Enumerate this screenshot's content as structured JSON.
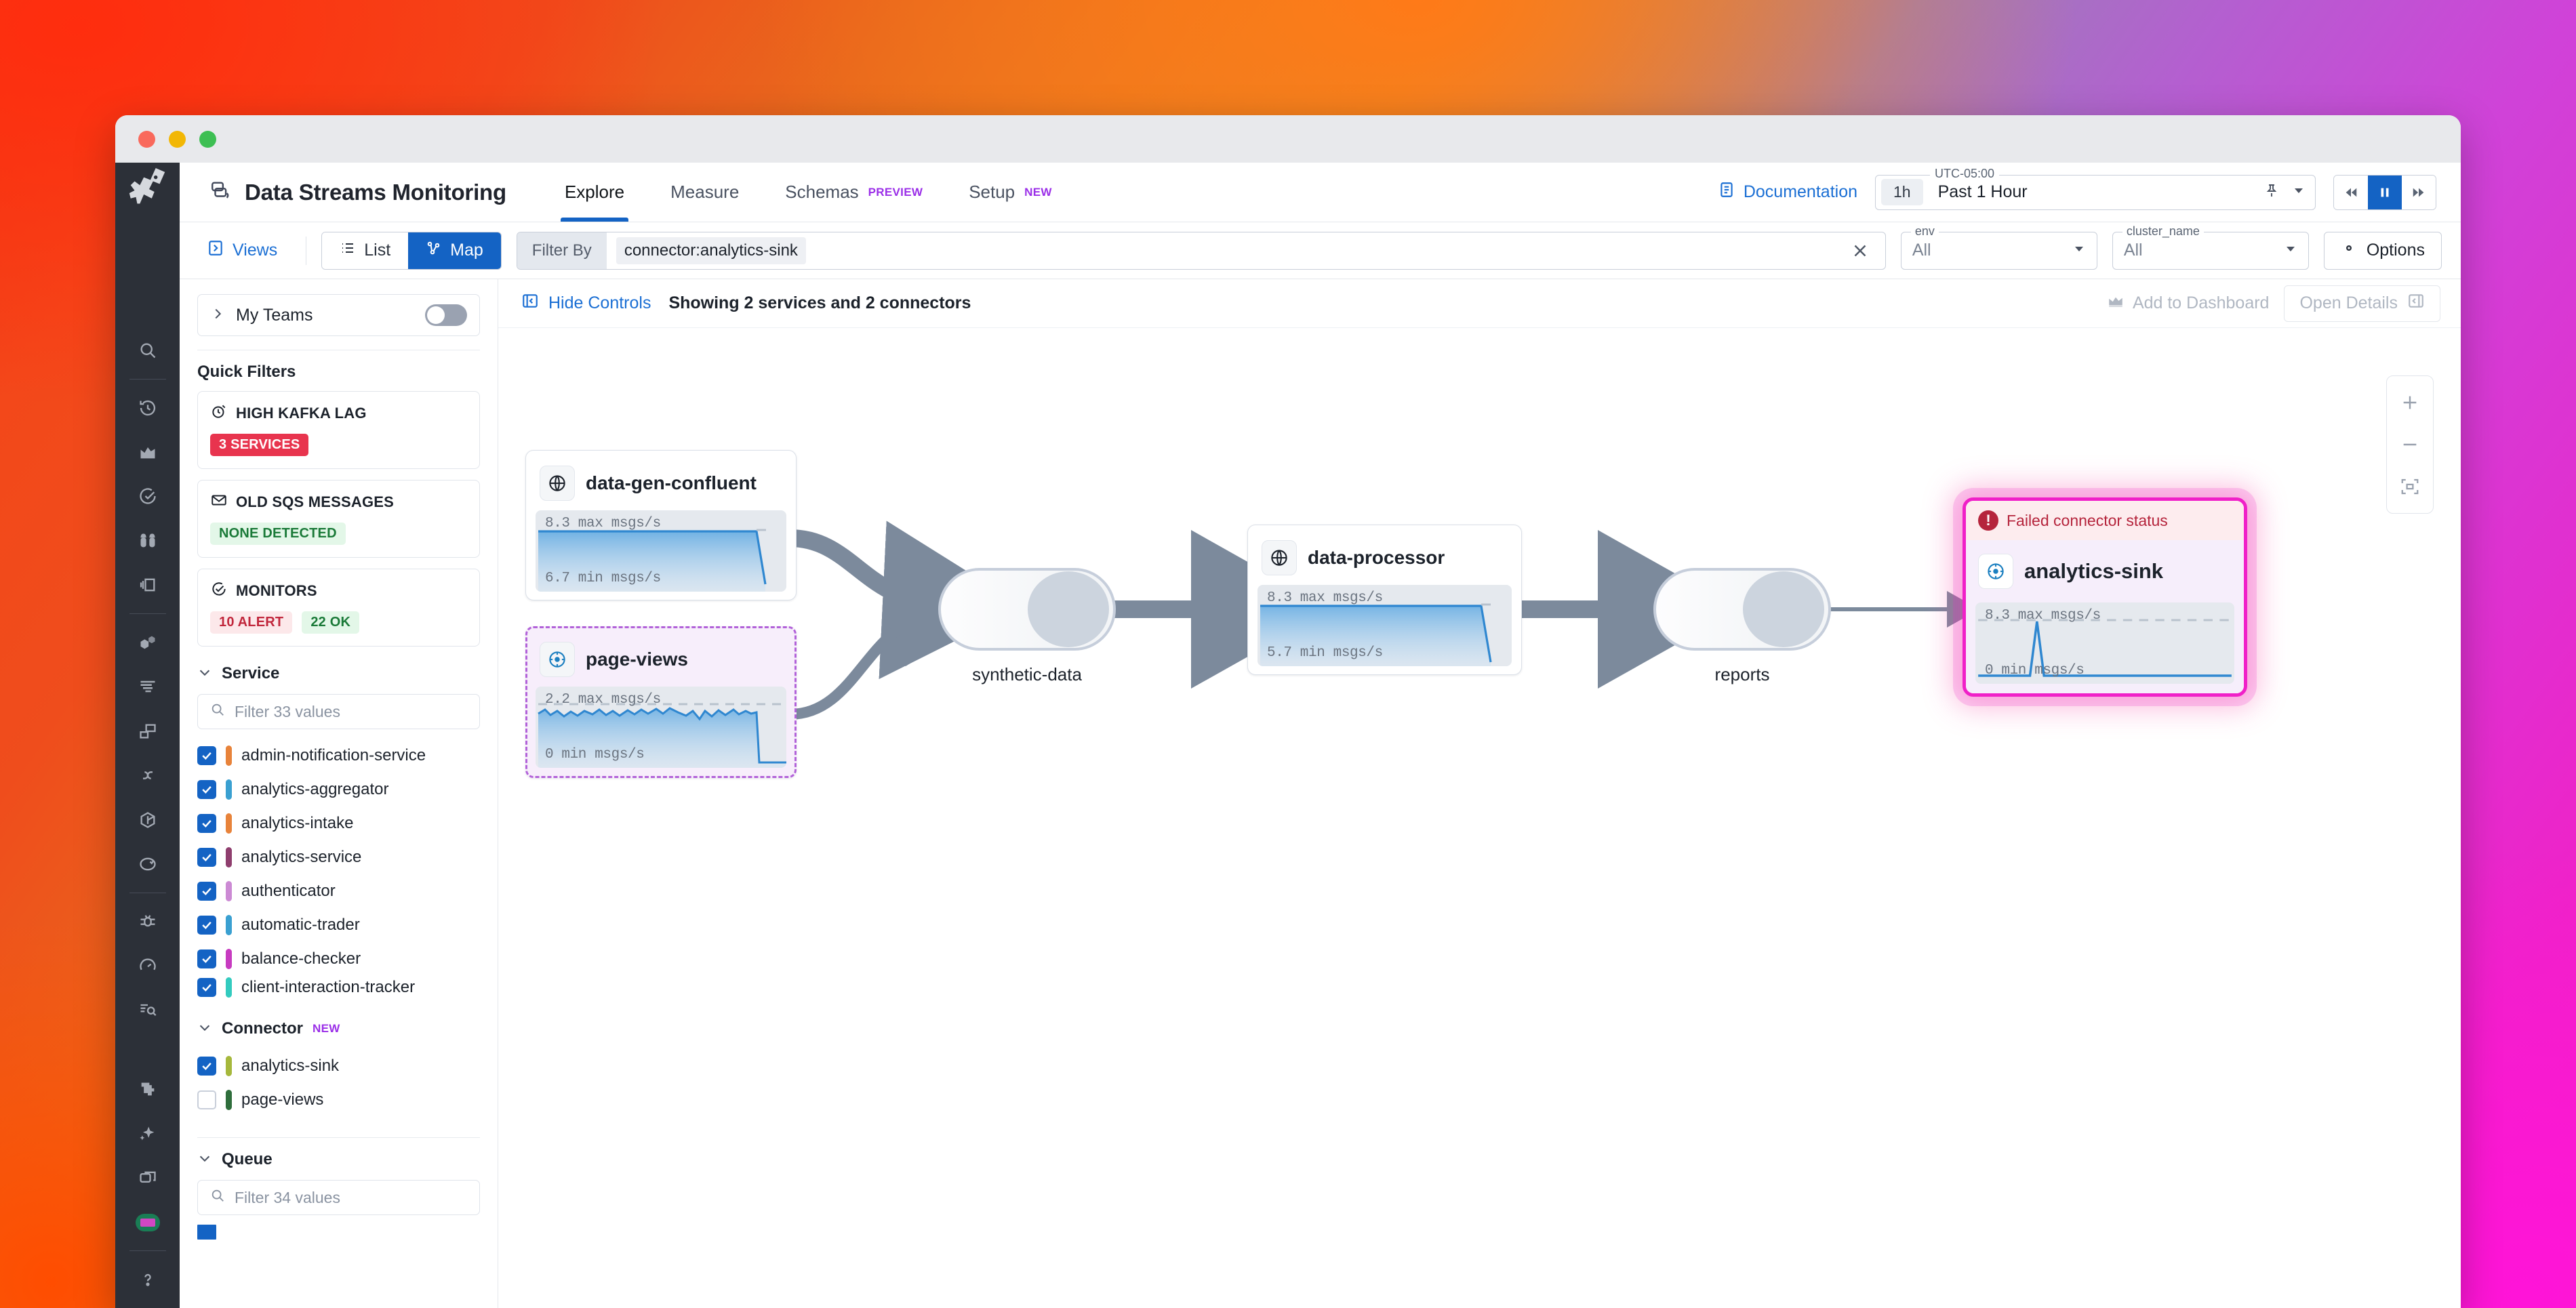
{
  "window": {
    "traffic_lights": [
      "close",
      "minimize",
      "zoom"
    ]
  },
  "rail": {
    "logo": "datadog-logo",
    "icons": [
      "search-icon",
      "recent-icon",
      "dashboards-icon",
      "monitors-icon",
      "watchdog-icon",
      "notebooks-icon",
      "infrastructure-icon",
      "logs-icon",
      "apm-icon",
      "service-map-icon",
      "security-icon",
      "ci-icon",
      "error-tracking-icon",
      "synthetics-icon",
      "rum-icon",
      "integrations-icon",
      "ai-icon",
      "apps-icon",
      "brand-icon",
      "help-icon"
    ]
  },
  "header": {
    "app_icon": "data-streams-icon",
    "title": "Data Streams Monitoring",
    "tabs": [
      {
        "label": "Explore",
        "badge": "",
        "active": true
      },
      {
        "label": "Measure",
        "badge": "",
        "active": false
      },
      {
        "label": "Schemas",
        "badge": "PREVIEW",
        "active": false
      },
      {
        "label": "Setup",
        "badge": "NEW",
        "active": false
      }
    ],
    "documentation": "Documentation",
    "time": {
      "timezone": "UTC-05:00",
      "chip": "1h",
      "label": "Past 1 Hour",
      "pin_icon": "pin-icon",
      "caret_icon": "chevron-down-icon"
    },
    "playback": {
      "back": "step-back-icon",
      "pause": "pause-icon",
      "forward": "step-forward-icon"
    }
  },
  "filter_bar": {
    "views": "Views",
    "segments": [
      {
        "label": "List",
        "icon": "list-icon",
        "active": false
      },
      {
        "label": "Map",
        "icon": "map-icon",
        "active": true
      }
    ],
    "filter_label": "Filter By",
    "filter_value": "connector:analytics-sink",
    "clear_icon": "close-icon",
    "env": {
      "legend": "env",
      "value": "All"
    },
    "cluster": {
      "legend": "cluster_name",
      "value": "All"
    },
    "options": "Options"
  },
  "sidebar": {
    "my_teams": "My Teams",
    "teams_toggle_on": false,
    "quick_filters_title": "Quick Filters",
    "quick_filters": [
      {
        "title": "HIGH KAFKA LAG",
        "icon": "stopwatch-icon",
        "badges": [
          {
            "text": "3 SERVICES",
            "style": "red-solid"
          }
        ]
      },
      {
        "title": "OLD SQS MESSAGES",
        "icon": "envelope-icon",
        "badges": [
          {
            "text": "NONE DETECTED",
            "style": "green-soft"
          }
        ]
      },
      {
        "title": "MONITORS",
        "icon": "monitor-icon",
        "badges": [
          {
            "text": "10 ALERT",
            "style": "red-soft"
          },
          {
            "text": "22 OK",
            "style": "green-soft"
          }
        ]
      }
    ],
    "service": {
      "title": "Service",
      "search_placeholder": "Filter 33 values",
      "items": [
        {
          "label": "admin-notification-service",
          "checked": true,
          "color": "#e8833a"
        },
        {
          "label": "analytics-aggregator",
          "checked": true,
          "color": "#3aa0d1"
        },
        {
          "label": "analytics-intake",
          "checked": true,
          "color": "#e8833a"
        },
        {
          "label": "analytics-service",
          "checked": true,
          "color": "#8f3e6e"
        },
        {
          "label": "authenticator",
          "checked": true,
          "color": "#cc8ad4"
        },
        {
          "label": "automatic-trader",
          "checked": true,
          "color": "#3aa0d1"
        },
        {
          "label": "balance-checker",
          "checked": true,
          "color": "#c73bc0"
        },
        {
          "label": "client-interaction-tracker",
          "checked": true,
          "color": "#33cbbf"
        }
      ]
    },
    "connector": {
      "title": "Connector",
      "badge": "NEW",
      "items": [
        {
          "label": "analytics-sink",
          "checked": true,
          "color": "#a6b83c"
        },
        {
          "label": "page-views",
          "checked": false,
          "color": "#2f6e3c"
        }
      ]
    },
    "queue": {
      "title": "Queue",
      "search_placeholder": "Filter 34 values"
    }
  },
  "map_toolbar": {
    "hide_controls": "Hide Controls",
    "showing": "Showing 2 services and 2 connectors",
    "add_to_dashboard": "Add to Dashboard",
    "open_details": "Open Details"
  },
  "zoom_controls": {
    "zoom_in": "plus-icon",
    "zoom_out": "minus-icon",
    "fit": "fit-screen-icon"
  },
  "graph": {
    "nodes": [
      {
        "id": "data-gen-confluent",
        "type": "service",
        "name": "data-gen-confluent",
        "icon": "globe-icon",
        "max_label": "8.3 max msgs/s",
        "min_label": "6.7 min msgs/s"
      },
      {
        "id": "page-views",
        "type": "connector",
        "name": "page-views",
        "icon": "connector-icon",
        "max_label": "2.2 max msgs/s",
        "min_label": "0 min msgs/s"
      },
      {
        "id": "synthetic-data",
        "type": "queue",
        "name": "synthetic-data"
      },
      {
        "id": "data-processor",
        "type": "service",
        "name": "data-processor",
        "icon": "globe-icon",
        "max_label": "8.3 max msgs/s",
        "min_label": "5.7 min msgs/s"
      },
      {
        "id": "reports",
        "type": "queue",
        "name": "reports"
      },
      {
        "id": "analytics-sink",
        "type": "connector-selected",
        "name": "analytics-sink",
        "icon": "connector-icon",
        "alert": "Failed connector status",
        "alert_icon": "error-icon",
        "max_label": "8.3 max msgs/s",
        "min_label": "0 min msgs/s"
      }
    ]
  },
  "colors": {
    "accent_blue": "#1463c4",
    "selection_pink": "#f020c8",
    "alert_red": "#b5243c",
    "purple_new": "#9b2fe8",
    "spark_line": "#3a8fd9"
  }
}
